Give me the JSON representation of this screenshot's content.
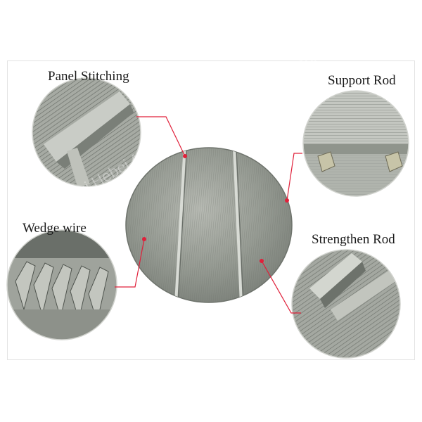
{
  "labels": {
    "panel_stitching": "Panel Stitching",
    "support_rod": "Support Rod",
    "wedge_wire": "Wedge wire",
    "strengthen_rod": "Strengthen Rod"
  },
  "watermark": "Hengshui Hebei Anping County Hangyuan Hardware Netting Products",
  "colors": {
    "frame_border": "#e3e3e3",
    "leader_line": "#e0203a",
    "dot": "#e0203a",
    "metal_light": "#b9bdb6",
    "metal_mid": "#8f948c",
    "metal_dark": "#5e635d"
  }
}
